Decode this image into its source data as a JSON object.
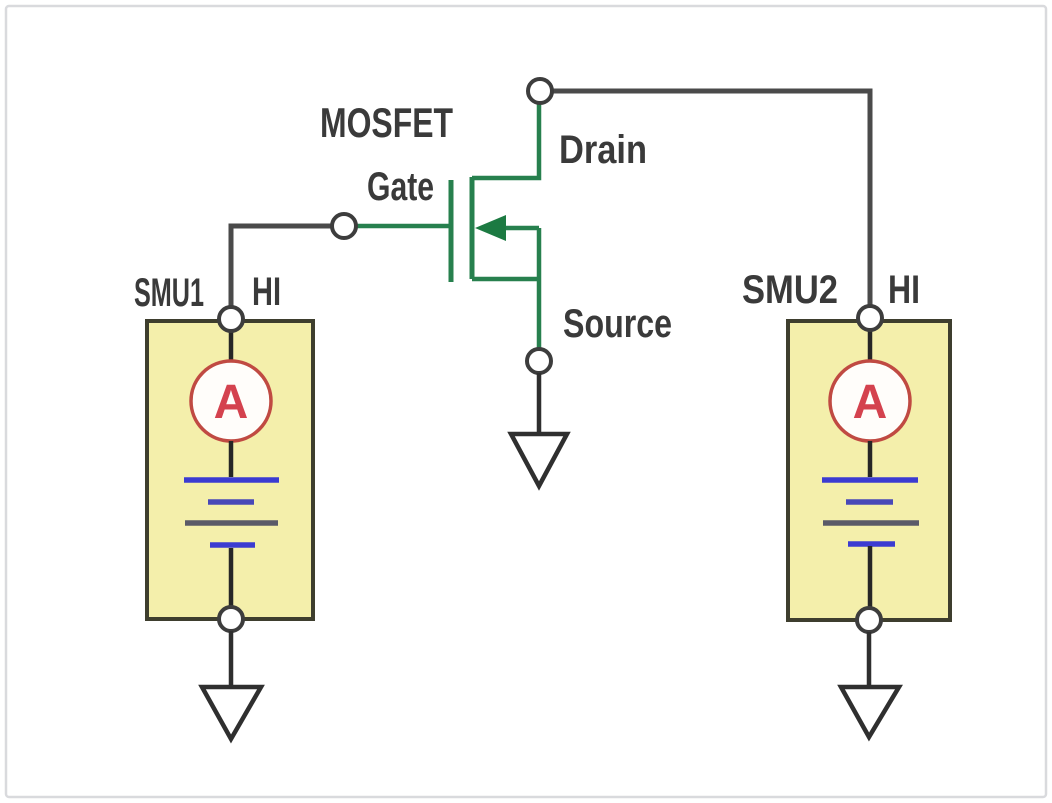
{
  "labels": {
    "mosfet": "MOSFET",
    "gate": "Gate",
    "drain": "Drain",
    "source": "Source"
  },
  "smu1": {
    "name": "SMU1",
    "terminal": "HI",
    "meter": "A"
  },
  "smu2": {
    "name": "SMU2",
    "terminal": "HI",
    "meter": "A"
  },
  "colors": {
    "frame-border": "#d9dadd",
    "wire": "#4a4a4a",
    "inner-wire": "#262626",
    "terminal-stroke": "#3d3d3d",
    "green": "#27804e",
    "green-dark": "#1c7a42",
    "box-fill": "#f4efab",
    "box-border": "#3e3e2e",
    "ammeter-stroke": "#c04a42",
    "ammeter-letter": "#d4424e",
    "battery-blue": "#3b3bd1",
    "battery-blue-mid": "#4848b8",
    "battery-slate": "#5a5a68",
    "ground-stroke": "#2f2f2f",
    "label-text": "#3a3a3a"
  }
}
